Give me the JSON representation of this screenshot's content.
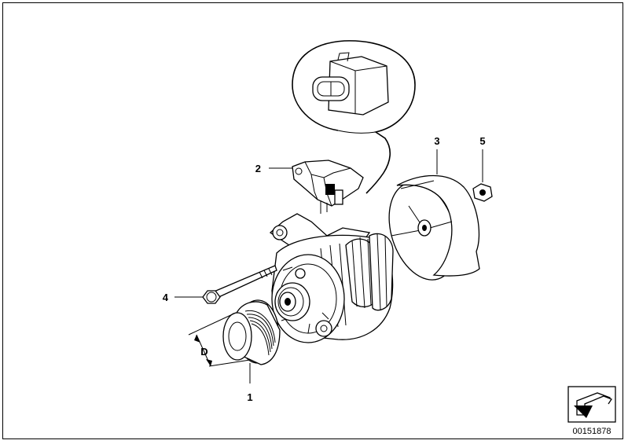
{
  "callouts": {
    "part1": "1",
    "part2": "2",
    "part3": "3",
    "part4": "4",
    "part5": "5",
    "dimension": "D"
  },
  "drawing_number": "00151878",
  "icons": {
    "detail_view": "connector-detail-bubble",
    "corner_symbol": "page-turn-arrow-icon"
  }
}
